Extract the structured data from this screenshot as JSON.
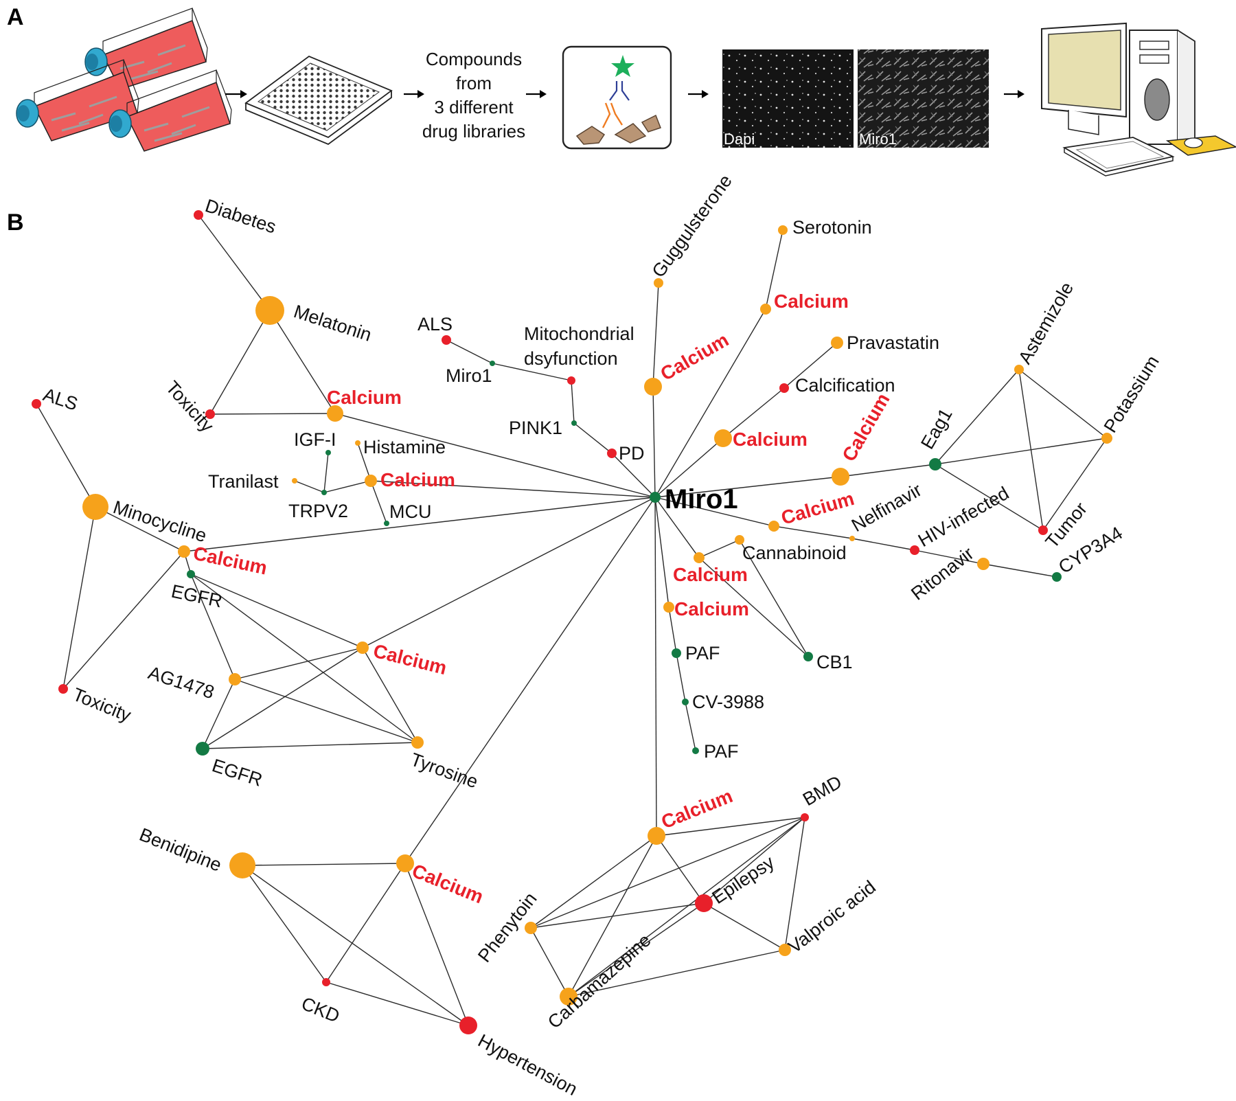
{
  "panels": {
    "a": "A",
    "b": "B"
  },
  "workflow": {
    "compounds_lines": [
      "Compounds",
      "from",
      "3 different",
      "drug libraries"
    ],
    "micro_labels": [
      "Dapi",
      "Miro1"
    ]
  },
  "colors": {
    "orange": "#f6a21b",
    "red": "#e8202a",
    "green": "#137a44",
    "flask_body": "#ee5c5c",
    "flask_cap": "#31a9cf",
    "monitor": "#e7e0b0",
    "mousepad": "#f4c82d"
  },
  "network": {
    "nodes": [
      {
        "id": "miro",
        "label": "Miro1",
        "color": "green",
        "r": 8
      },
      {
        "id": "diabetes",
        "label": "Diabetes",
        "color": "red",
        "r": 7
      },
      {
        "id": "melatonin",
        "label": "Melatonin",
        "color": "orange",
        "r": 21
      },
      {
        "id": "tox1",
        "label": "Toxicity",
        "color": "red",
        "r": 7
      },
      {
        "id": "ca_mel",
        "label": "Calcium",
        "color": "orange",
        "r": 12,
        "calcium": true
      },
      {
        "id": "als_l",
        "label": "ALS",
        "color": "red",
        "r": 7
      },
      {
        "id": "minocycline",
        "label": "Minocycline",
        "color": "orange",
        "r": 19
      },
      {
        "id": "tox2",
        "label": "Toxicity",
        "color": "red",
        "r": 7
      },
      {
        "id": "ca_mino",
        "label": "Calcium",
        "color": "orange",
        "r": 9,
        "calcium": true
      },
      {
        "id": "egfr1",
        "label": "EGFR",
        "color": "green",
        "r": 6
      },
      {
        "id": "ag1478",
        "label": "AG1478",
        "color": "orange",
        "r": 9
      },
      {
        "id": "ca_egfr",
        "label": "Calcium",
        "color": "orange",
        "r": 9,
        "calcium": true
      },
      {
        "id": "egfr2",
        "label": "EGFR",
        "color": "green",
        "r": 10
      },
      {
        "id": "tyrosine",
        "label": "Tyrosine",
        "color": "orange",
        "r": 9
      },
      {
        "id": "igf",
        "label": "IGF-I",
        "color": "green",
        "r": 4
      },
      {
        "id": "histamine",
        "label": "Histamine",
        "color": "orange",
        "r": 4
      },
      {
        "id": "tranilast",
        "label": "Tranilast",
        "color": "orange",
        "r": 4
      },
      {
        "id": "trpv2",
        "label": "TRPV2",
        "color": "green",
        "r": 4
      },
      {
        "id": "ca_trp",
        "label": "Calcium",
        "color": "orange",
        "r": 9,
        "calcium": true
      },
      {
        "id": "mcu",
        "label": "MCU",
        "color": "green",
        "r": 4
      },
      {
        "id": "als_m",
        "label": "ALS",
        "color": "red",
        "r": 7
      },
      {
        "id": "miro_s",
        "label": "Miro1",
        "color": "green",
        "r": 4
      },
      {
        "id": "mito",
        "label": "Mitochondrial dsyfunction",
        "color": "red",
        "r": 6
      },
      {
        "id": "pink1",
        "label": "PINK1",
        "color": "green",
        "r": 4
      },
      {
        "id": "pd",
        "label": "PD",
        "color": "red",
        "r": 7
      },
      {
        "id": "guggul",
        "label": "Guggulsterone",
        "color": "orange",
        "r": 7
      },
      {
        "id": "ca_gug",
        "label": "Calcium",
        "color": "orange",
        "r": 13,
        "calcium": true
      },
      {
        "id": "serotonin",
        "label": "Serotonin",
        "color": "orange",
        "r": 7
      },
      {
        "id": "ca_ser",
        "label": "Calcium",
        "color": "orange",
        "r": 8,
        "calcium": true
      },
      {
        "id": "pravastatin",
        "label": "Pravastatin",
        "color": "orange",
        "r": 9
      },
      {
        "id": "calcification",
        "label": "Calcification",
        "color": "red",
        "r": 7
      },
      {
        "id": "ca_prav",
        "label": "Calcium",
        "color": "orange",
        "r": 13,
        "calcium": true
      },
      {
        "id": "ca_eag",
        "label": "Calcium",
        "color": "orange",
        "r": 13,
        "calcium": true
      },
      {
        "id": "eag1",
        "label": "Eag1",
        "color": "green",
        "r": 9
      },
      {
        "id": "astemizole",
        "label": "Astemizole",
        "color": "orange",
        "r": 7
      },
      {
        "id": "potassium",
        "label": "Potassium",
        "color": "orange",
        "r": 8
      },
      {
        "id": "tumor",
        "label": "Tumor",
        "color": "red",
        "r": 7
      },
      {
        "id": "ca_nel",
        "label": "Calcium",
        "color": "orange",
        "r": 8,
        "calcium": true
      },
      {
        "id": "nelfinavir",
        "label": "Nelfinavir",
        "color": "orange",
        "r": 4
      },
      {
        "id": "hiv",
        "label": "HIV-infected",
        "color": "red",
        "r": 7
      },
      {
        "id": "ritonavir",
        "label": "Ritonavir",
        "color": "orange",
        "r": 9
      },
      {
        "id": "cyp3a4",
        "label": "CYP3A4",
        "color": "green",
        "r": 7
      },
      {
        "id": "cannabinoid",
        "label": "Cannabinoid",
        "color": "orange",
        "r": 7
      },
      {
        "id": "ca_can",
        "label": "Calcium",
        "color": "orange",
        "r": 8,
        "calcium": true
      },
      {
        "id": "cb1",
        "label": "CB1",
        "color": "green",
        "r": 7
      },
      {
        "id": "ca_paf",
        "label": "Calcium",
        "color": "orange",
        "r": 8,
        "calcium": true
      },
      {
        "id": "paf1",
        "label": "PAF",
        "color": "green",
        "r": 7
      },
      {
        "id": "cv3988",
        "label": "CV-3988",
        "color": "green",
        "r": 5
      },
      {
        "id": "paf2",
        "label": "PAF",
        "color": "green",
        "r": 5
      },
      {
        "id": "ca_epi",
        "label": "Calcium",
        "color": "orange",
        "r": 13,
        "calcium": true
      },
      {
        "id": "bmd",
        "label": "BMD",
        "color": "red",
        "r": 6
      },
      {
        "id": "epilepsy",
        "label": "Epilepsy",
        "color": "red",
        "r": 13
      },
      {
        "id": "phenytoin",
        "label": "Phenytoin",
        "color": "orange",
        "r": 9
      },
      {
        "id": "carbamazepine",
        "label": "Carbamazepine",
        "color": "orange",
        "r": 13
      },
      {
        "id": "valproic",
        "label": "Valproic acid",
        "color": "orange",
        "r": 9
      },
      {
        "id": "benidipine",
        "label": "Benidipine",
        "color": "orange",
        "r": 19
      },
      {
        "id": "ca_ben",
        "label": "Calcium",
        "color": "orange",
        "r": 13,
        "calcium": true
      },
      {
        "id": "ckd",
        "label": "CKD",
        "color": "red",
        "r": 6
      },
      {
        "id": "hypertension",
        "label": "Hypertension",
        "color": "red",
        "r": 13
      }
    ],
    "edges": [
      [
        "diabetes",
        "melatonin"
      ],
      [
        "melatonin",
        "tox1"
      ],
      [
        "melatonin",
        "ca_mel"
      ],
      [
        "tox1",
        "ca_mel"
      ],
      [
        "ca_mel",
        "miro"
      ],
      [
        "als_l",
        "minocycline"
      ],
      [
        "minocycline",
        "tox2"
      ],
      [
        "minocycline",
        "ca_mino"
      ],
      [
        "tox2",
        "ca_mino"
      ],
      [
        "ca_mino",
        "miro"
      ],
      [
        "ca_mino",
        "egfr1"
      ],
      [
        "egfr1",
        "ag1478"
      ],
      [
        "egfr1",
        "ca_egfr"
      ],
      [
        "egfr1",
        "tyrosine"
      ],
      [
        "ag1478",
        "ca_egfr"
      ],
      [
        "ag1478",
        "egfr2"
      ],
      [
        "ag1478",
        "tyrosine"
      ],
      [
        "egfr2",
        "ca_egfr"
      ],
      [
        "egfr2",
        "tyrosine"
      ],
      [
        "ca_egfr",
        "tyrosine"
      ],
      [
        "ca_egfr",
        "miro"
      ],
      [
        "igf",
        "trpv2"
      ],
      [
        "tranilast",
        "trpv2"
      ],
      [
        "trpv2",
        "ca_trp"
      ],
      [
        "histamine",
        "ca_trp"
      ],
      [
        "ca_trp",
        "mcu"
      ],
      [
        "ca_trp",
        "miro"
      ],
      [
        "als_m",
        "miro_s"
      ],
      [
        "miro_s",
        "mito"
      ],
      [
        "mito",
        "pink1"
      ],
      [
        "pink1",
        "pd"
      ],
      [
        "pd",
        "miro"
      ],
      [
        "guggul",
        "ca_gug"
      ],
      [
        "ca_gug",
        "miro"
      ],
      [
        "serotonin",
        "ca_ser"
      ],
      [
        "ca_ser",
        "miro"
      ],
      [
        "pravastatin",
        "calcification"
      ],
      [
        "calcification",
        "ca_prav"
      ],
      [
        "ca_prav",
        "miro"
      ],
      [
        "miro",
        "ca_eag"
      ],
      [
        "ca_eag",
        "eag1"
      ],
      [
        "eag1",
        "astemizole"
      ],
      [
        "eag1",
        "potassium"
      ],
      [
        "eag1",
        "tumor"
      ],
      [
        "astemizole",
        "potassium"
      ],
      [
        "astemizole",
        "tumor"
      ],
      [
        "potassium",
        "tumor"
      ],
      [
        "miro",
        "ca_nel"
      ],
      [
        "ca_nel",
        "nelfinavir"
      ],
      [
        "nelfinavir",
        "hiv"
      ],
      [
        "hiv",
        "ritonavir"
      ],
      [
        "ritonavir",
        "cyp3a4"
      ],
      [
        "miro",
        "ca_can"
      ],
      [
        "ca_can",
        "cannabinoid"
      ],
      [
        "cannabinoid",
        "cb1"
      ],
      [
        "ca_can",
        "cb1"
      ],
      [
        "miro",
        "ca_paf"
      ],
      [
        "ca_paf",
        "paf1"
      ],
      [
        "paf1",
        "cv3988"
      ],
      [
        "cv3988",
        "paf2"
      ],
      [
        "miro",
        "ca_epi"
      ],
      [
        "ca_epi",
        "bmd"
      ],
      [
        "ca_epi",
        "epilepsy"
      ],
      [
        "ca_epi",
        "phenytoin"
      ],
      [
        "ca_epi",
        "carbamazepine"
      ],
      [
        "bmd",
        "phenytoin"
      ],
      [
        "bmd",
        "carbamazepine"
      ],
      [
        "bmd",
        "valproic"
      ],
      [
        "bmd",
        "epilepsy"
      ],
      [
        "phenytoin",
        "carbamazepine"
      ],
      [
        "phenytoin",
        "epilepsy"
      ],
      [
        "carbamazepine",
        "epilepsy"
      ],
      [
        "carbamazepine",
        "valproic"
      ],
      [
        "epilepsy",
        "valproic"
      ],
      [
        "miro",
        "ca_ben"
      ],
      [
        "benidipine",
        "ca_ben"
      ],
      [
        "benidipine",
        "ckd"
      ],
      [
        "benidipine",
        "hypertension"
      ],
      [
        "ca_ben",
        "ckd"
      ],
      [
        "ca_ben",
        "hypertension"
      ],
      [
        "ckd",
        "hypertension"
      ]
    ]
  }
}
